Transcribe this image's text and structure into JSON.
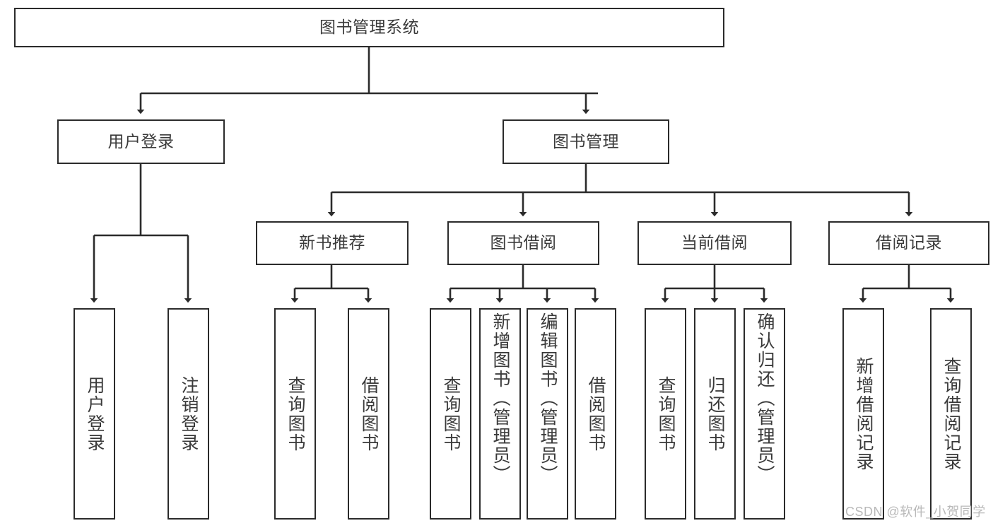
{
  "diagram": {
    "type": "hierarchy-tree",
    "title": "图书管理系统",
    "watermark": "CSDN @软件_小贺同学",
    "colors": {
      "box_border": "#2b2b2b",
      "box_fill": "#ffffff",
      "text": "#3a3a3a",
      "edge": "#2b2b2b",
      "watermark": "#b9b9b9"
    },
    "levels": {
      "root": {
        "label": "图书管理系统"
      },
      "level2": [
        {
          "label": "用户登录"
        },
        {
          "label": "图书管理"
        }
      ],
      "level3": [
        {
          "label": "新书推荐"
        },
        {
          "label": "图书借阅"
        },
        {
          "label": "当前借阅"
        },
        {
          "label": "借阅记录"
        }
      ],
      "leaves": {
        "user_login": [
          {
            "label": "用户登录"
          },
          {
            "label": "注销登录"
          }
        ],
        "new_book": [
          {
            "label": "查询图书"
          },
          {
            "label": "借阅图书"
          }
        ],
        "book_borrow": [
          {
            "label": "查询图书"
          },
          {
            "label": "新增图书（管理员）"
          },
          {
            "label": "编辑图书（管理员）"
          },
          {
            "label": "借阅图书"
          }
        ],
        "current_borrow": [
          {
            "label": "查询图书"
          },
          {
            "label": "归还图书"
          },
          {
            "label": "确认归还（管理员）"
          }
        ],
        "borrow_record": [
          {
            "label": "新增借阅记录"
          },
          {
            "label": "查询借阅记录"
          }
        ]
      }
    }
  }
}
